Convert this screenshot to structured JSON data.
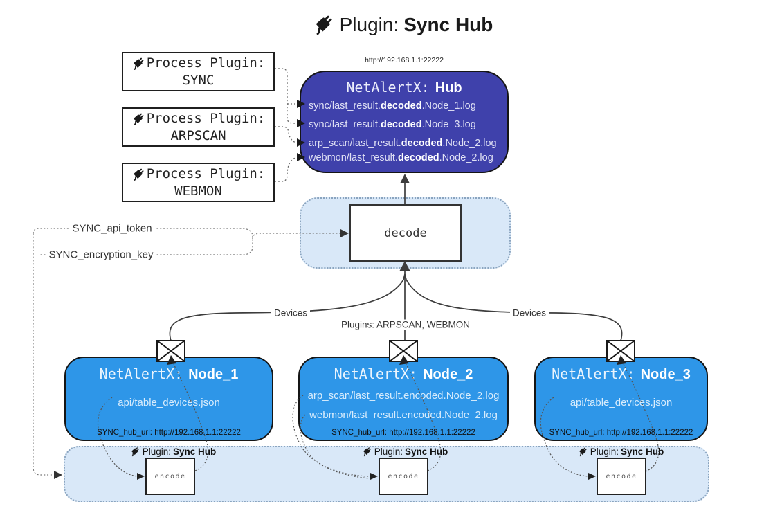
{
  "title": {
    "prefix": "Plugin:",
    "name": "Sync Hub"
  },
  "process_plugins": [
    {
      "label": "Process Plugin:",
      "name": "SYNC"
    },
    {
      "label": "Process Plugin:",
      "name": "ARPSCAN"
    },
    {
      "label": "Process Plugin:",
      "name": "WEBMON"
    }
  ],
  "hub": {
    "url": "http://192.168.1.1:22222",
    "title_prefix": "NetAlertX:",
    "title_name": "Hub",
    "logs": [
      {
        "pre": "sync/last_result.",
        "bold": "decoded",
        "post": ".Node_1.log"
      },
      {
        "pre": "sync/last_result.",
        "bold": "decoded",
        "post": ".Node_3.log"
      },
      {
        "pre": "arp_scan/last_result.",
        "bold": "decoded",
        "post": ".Node_2.log"
      },
      {
        "pre": "webmon/last_result.",
        "bold": "decoded",
        "post": ".Node_2.log"
      }
    ]
  },
  "decode": {
    "label": "decode"
  },
  "settings": {
    "api_token": "SYNC_api_token",
    "encryption_key": "SYNC_encryption_key"
  },
  "edges": {
    "left": "Devices",
    "center": "Plugins: ARPSCAN, WEBMON",
    "right": "Devices"
  },
  "nodes": [
    {
      "title_prefix": "NetAlertX:",
      "title_name": "Node_1",
      "files": [
        "api/table_devices.json"
      ],
      "hub_url": "SYNC_hub_url: http://192.168.1.1:22222"
    },
    {
      "title_prefix": "NetAlertX:",
      "title_name": "Node_2",
      "files": [
        "arp_scan/last_result.encoded.Node_2.log",
        "webmon/last_result.encoded.Node_2.log"
      ],
      "hub_url": "SYNC_hub_url: http://192.168.1.1:22222"
    },
    {
      "title_prefix": "NetAlertX:",
      "title_name": "Node_3",
      "files": [
        "api/table_devices.json"
      ],
      "hub_url": "SYNC_hub_url: http://192.168.1.1:22222"
    }
  ],
  "sync_band": {
    "label_prefix": "Plugin:",
    "label_name": "Sync Hub",
    "encode_label": "encode"
  },
  "colors": {
    "hub_fill": "#3f41ab",
    "node_fill": "#2e96e8",
    "zone_fill": "#d9e8f8",
    "zone_border": "#8aa4bf",
    "line_dark": "#3d3d3d"
  }
}
